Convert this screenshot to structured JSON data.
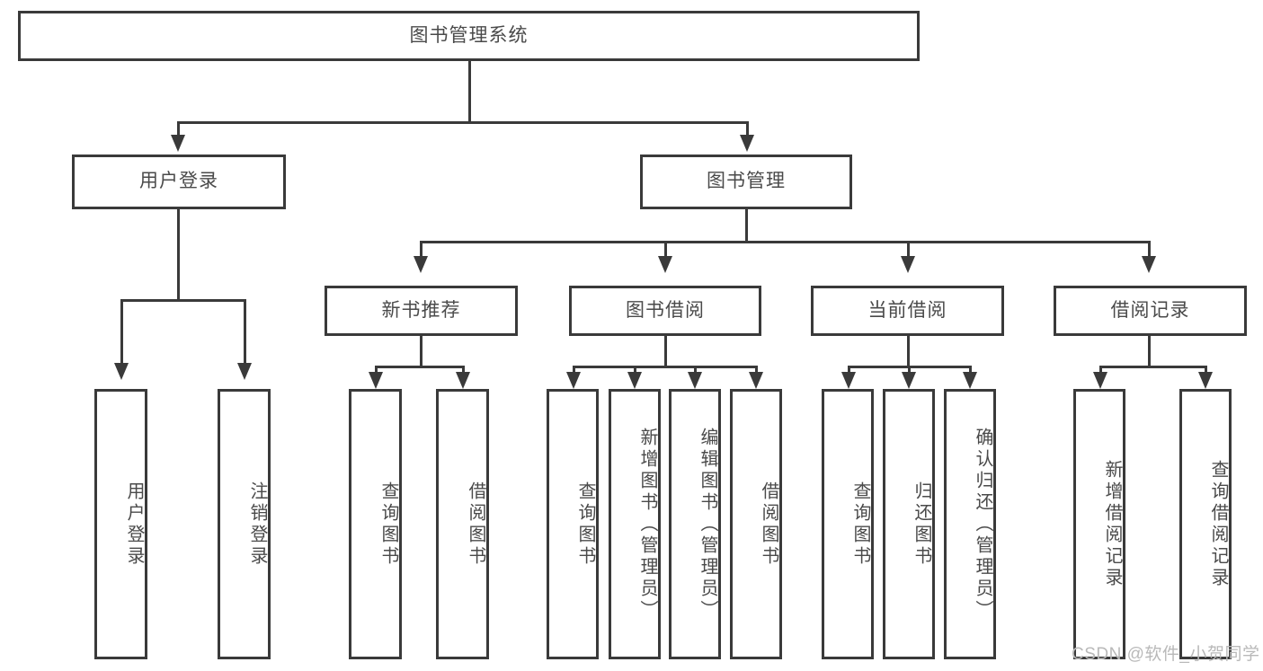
{
  "diagram": {
    "title": "图书管理系统",
    "type": "hierarchy-tree",
    "root": {
      "label": "图书管理系统"
    },
    "level2": [
      {
        "label": "用户登录"
      },
      {
        "label": "图书管理"
      }
    ],
    "level3": [
      {
        "label": "新书推荐"
      },
      {
        "label": "图书借阅"
      },
      {
        "label": "当前借阅"
      },
      {
        "label": "借阅记录"
      }
    ],
    "leaves": {
      "user_login": [
        {
          "label": "用户登录"
        },
        {
          "label": "注销登录"
        }
      ],
      "new_book_recommend": [
        {
          "label": "查询图书"
        },
        {
          "label": "借阅图书"
        }
      ],
      "book_borrow": [
        {
          "label": "查询图书"
        },
        {
          "label": "新增图书（管理员）"
        },
        {
          "label": "编辑图书（管理员）"
        },
        {
          "label": "借阅图书"
        }
      ],
      "current_borrow": [
        {
          "label": "查询图书"
        },
        {
          "label": "归还图书"
        },
        {
          "label": "确认归还（管理员）"
        }
      ],
      "borrow_record": [
        {
          "label": "新增借阅记录"
        },
        {
          "label": "查询借阅记录"
        }
      ]
    },
    "watermark": "CSDN @软件_小贺同学",
    "colors": {
      "stroke": "#3a3a3a",
      "text": "#4a4a4a",
      "background": "#ffffff",
      "watermark": "#b9b9b9"
    }
  }
}
